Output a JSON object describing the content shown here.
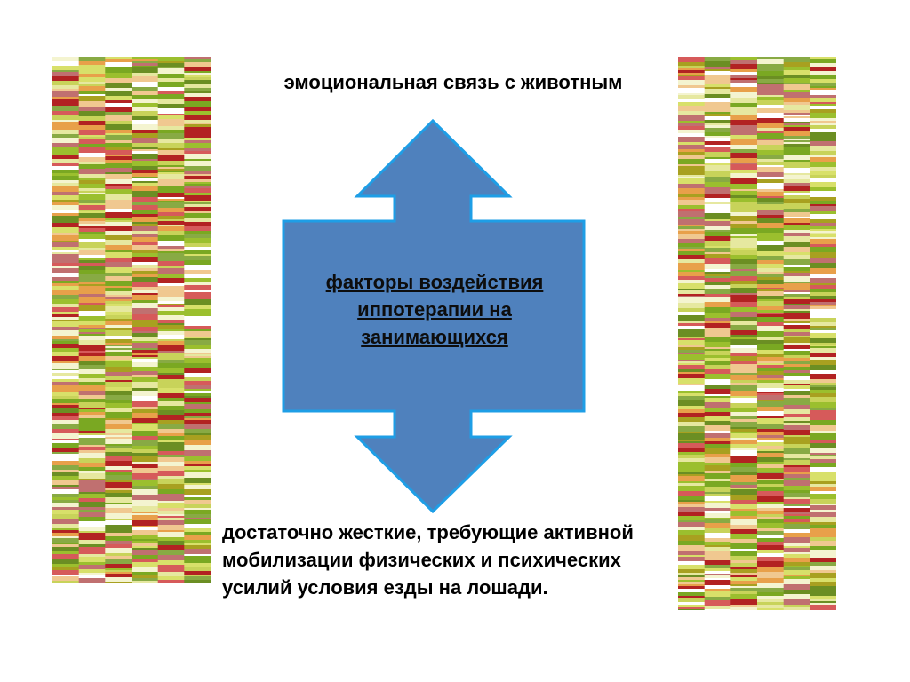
{
  "diagram": {
    "top_caption": "эмоциональная связь с животным",
    "center_label": "факторы воздействия иппотерапии на занимающихся",
    "bottom_caption": "достаточно жесткие, требующие активной мобилизации физических и психических усилий условия езды на лошади.",
    "arrow_type": "up-down double arrow",
    "colors": {
      "arrow_fill": "#4f81bd",
      "arrow_stroke": "#1e9ee6",
      "text": "#000000"
    }
  },
  "decorations": {
    "strip_palette": [
      "#7aa822",
      "#9bbf2e",
      "#c8d35a",
      "#e6e8a0",
      "#f4f4d0",
      "#b22222",
      "#d65a5a",
      "#e8a04a",
      "#a8a020",
      "#6b8e23",
      "#d8e06a",
      "#f0c890",
      "#c07070",
      "#88aa44",
      "#ffffff"
    ]
  }
}
